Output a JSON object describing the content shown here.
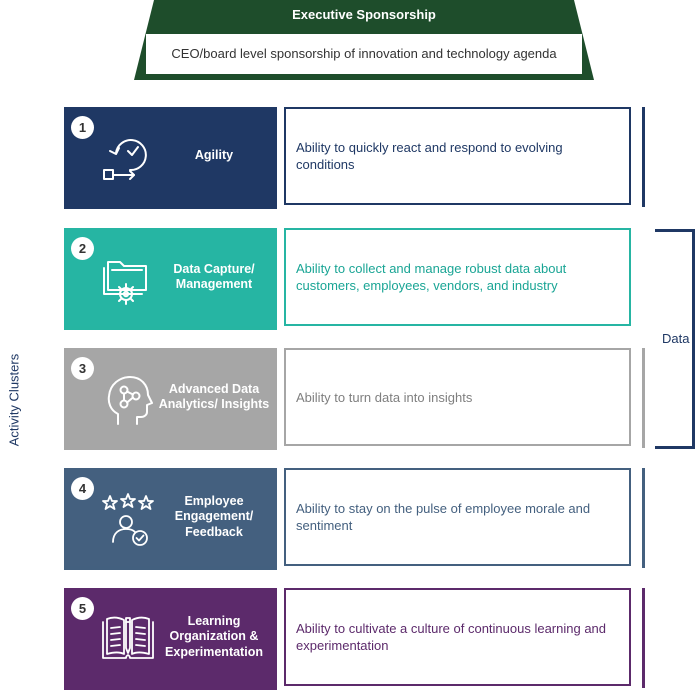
{
  "executive": {
    "title": "Executive Sponsorship",
    "description": "CEO/board level sponsorship of innovation and technology agenda",
    "color": "#1e4d2b"
  },
  "side_label": "Activity Clusters",
  "data_bracket_label": "Data",
  "clusters": [
    {
      "number": "1",
      "title": "Agility",
      "icon": "agility-cycle-icon",
      "description": "Ability to quickly react and respond to evolving conditions",
      "color": "#1f3864",
      "text_color": "#1f3864"
    },
    {
      "number": "2",
      "title": "Data Capture/ Management",
      "icon": "folder-gear-icon",
      "description": "Ability to collect and manage robust data about customers, employees, vendors, and industry",
      "color": "#26b5a3",
      "text_color": "#1aa595"
    },
    {
      "number": "3",
      "title": "Advanced Data Analytics/ Insights",
      "icon": "head-network-icon",
      "description": "Ability to turn data into insights",
      "color": "#a6a6a6",
      "text_color": "#7f7f7f"
    },
    {
      "number": "4",
      "title": "Employee Engagement/ Feedback",
      "icon": "employee-stars-icon",
      "description": "Ability to stay on the pulse of employee morale and sentiment",
      "color": "#44607f",
      "text_color": "#44607f"
    },
    {
      "number": "5",
      "title": "Learning Organization & Experimentation",
      "icon": "book-pencil-icon",
      "description": "Ability to cultivate a culture of continuous learning and experimentation",
      "color": "#5c2a6b",
      "text_color": "#5c2a6b"
    }
  ]
}
